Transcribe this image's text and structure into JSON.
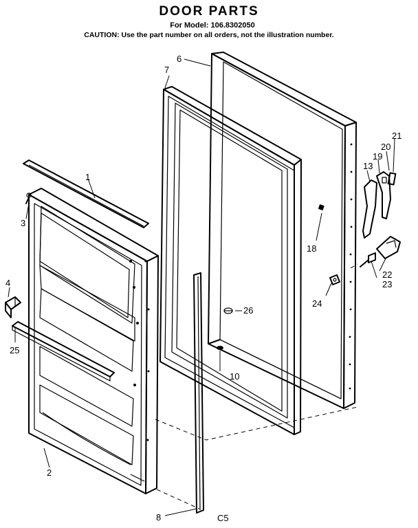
{
  "header": {
    "title": "DOOR PARTS",
    "model": "For Model: 106.8302050",
    "caution": "CAUTION: Use the part number on all orders, not the illustration number."
  },
  "callouts": {
    "c1": "1",
    "c2": "2",
    "c3": "3",
    "c4": "4",
    "c6": "6",
    "c7": "7",
    "c8": "8",
    "c10": "10",
    "c13": "13",
    "c18": "18",
    "c19": "19",
    "c20": "20",
    "c21": "21",
    "c22": "22",
    "c23": "23",
    "c24": "24",
    "c25": "25",
    "c26": "26"
  },
  "footer": {
    "code": "C5"
  }
}
